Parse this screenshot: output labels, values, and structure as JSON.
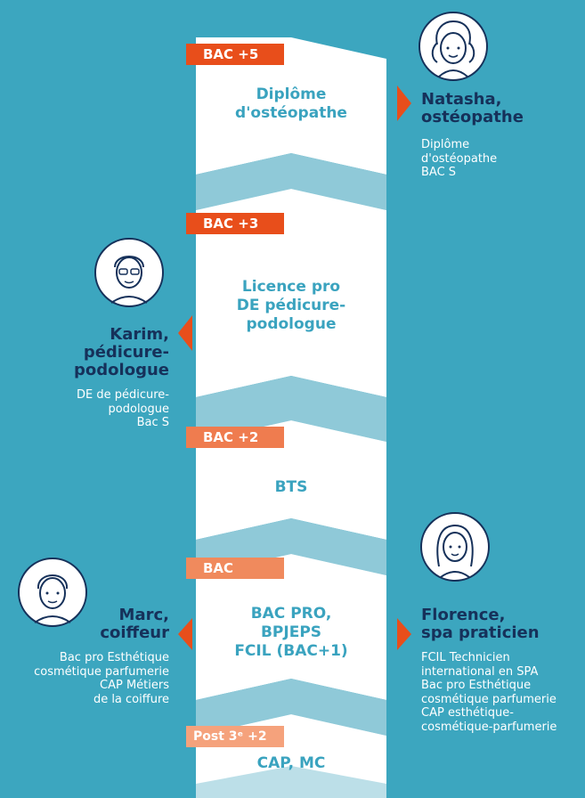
{
  "stages": [
    {
      "badge": "BAC +5",
      "badge_color": "#e84e1b",
      "lines": [
        "Diplôme",
        "d'ostéopathe"
      ]
    },
    {
      "badge": "BAC +3",
      "badge_color": "#e84e1b",
      "lines": [
        "Licence pro",
        "DE pédicure-",
        "podologue"
      ]
    },
    {
      "badge": "BAC +2",
      "badge_color": "#ef7c4f",
      "lines": [
        "BTS"
      ]
    },
    {
      "badge": "BAC",
      "badge_color": "#f08a5d",
      "lines": [
        "BAC PRO,",
        "BPJEPS",
        "FCIL (BAC+1)"
      ]
    },
    {
      "badge": "Post 3ᵉ +2",
      "badge_color": "#f5a27c",
      "lines": [
        "CAP, MC"
      ]
    }
  ],
  "people": [
    {
      "name_lines": [
        "Natasha,",
        "ostéopathe"
      ],
      "details": [
        "Diplôme",
        "d'ostéopathe",
        "BAC S"
      ],
      "avatar": "girl-pigtails-avatar-icon"
    },
    {
      "name_lines": [
        "Karim,",
        "pédicure-",
        "podologue"
      ],
      "details": [
        "DE de pédicure-",
        "podologue",
        "Bac S"
      ],
      "avatar": "man-glasses-avatar-icon"
    },
    {
      "name_lines": [
        "Marc,",
        "coiffeur"
      ],
      "details": [
        "Bac pro Esthétique",
        "cosmétique parfumerie",
        "CAP Métiers",
        "de la coiffure"
      ],
      "avatar": "boy-avatar-icon"
    },
    {
      "name_lines": [
        "Florence,",
        "spa praticien"
      ],
      "details": [
        "FCIL Technicien",
        "international en SPA",
        "Bac pro Esthétique",
        "cosmétique parfumerie",
        "CAP esthétique-",
        "cosmétique-parfumerie"
      ],
      "avatar": "woman-long-hair-avatar-icon"
    }
  ],
  "colors": {
    "background": "#3ca6bf",
    "ribbon": "#ffffff",
    "ribbon_fold": "#8fc9d8",
    "stage_text": "#3aa3bf",
    "name_text": "#16315a",
    "pointer": "#e84e1b"
  }
}
